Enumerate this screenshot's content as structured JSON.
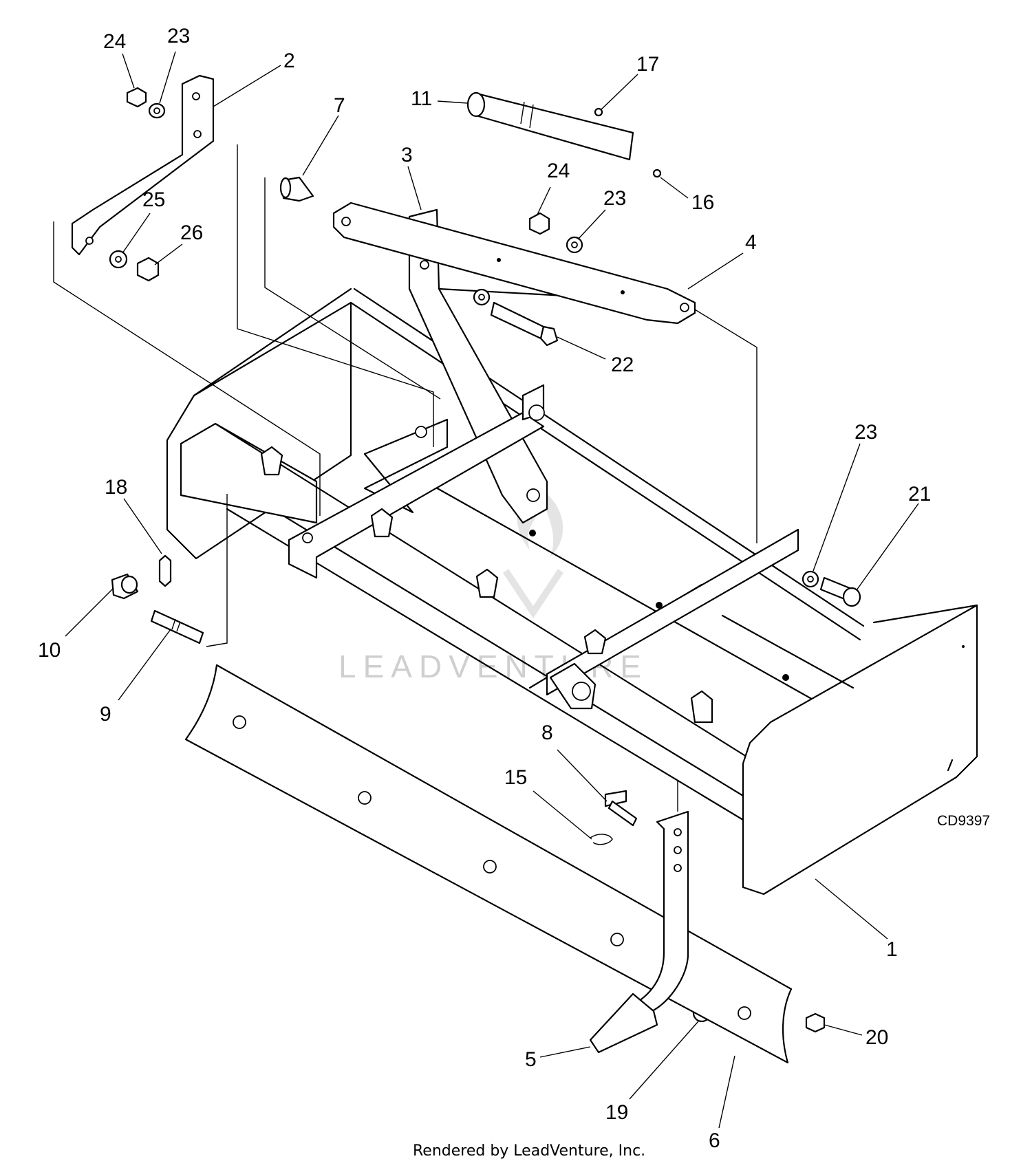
{
  "diagram": {
    "code": "CD9397",
    "footer": "Rendered by LeadVenture, Inc.",
    "watermark": "LEADVENTURE",
    "callouts": [
      "24",
      "23",
      "2",
      "7",
      "17",
      "11",
      "3",
      "24",
      "23",
      "16",
      "25",
      "26",
      "4",
      "22",
      "23",
      "21",
      "18",
      "10",
      "9",
      "8",
      "15",
      "1",
      "20",
      "5",
      "19",
      "6"
    ]
  }
}
